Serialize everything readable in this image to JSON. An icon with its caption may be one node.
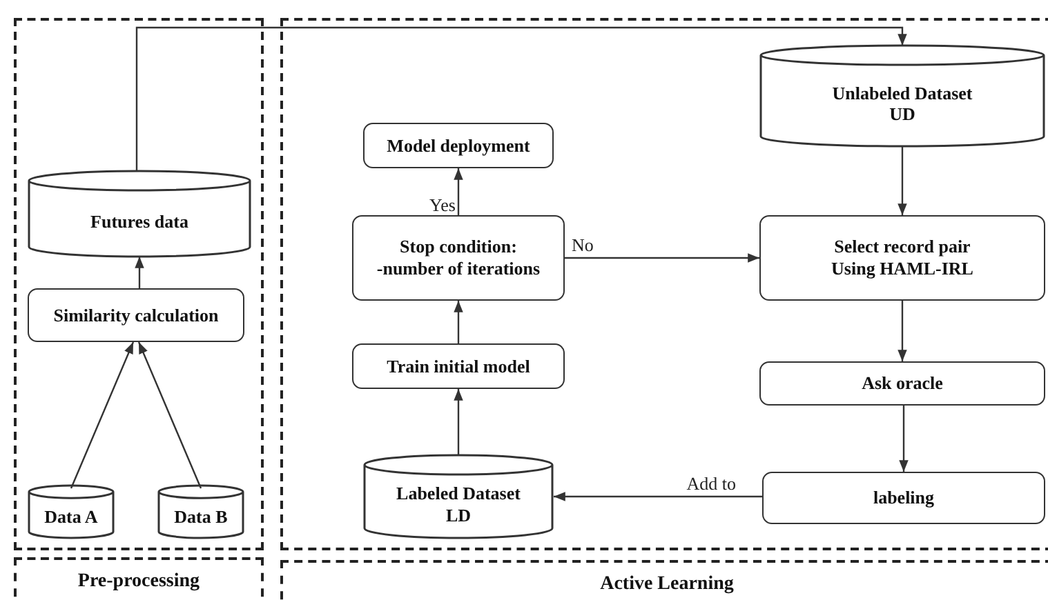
{
  "diagram": {
    "nodes": [
      {
        "text": [],
        "shape": "box"
      },
      {
        "text": [
          "Futures data"
        ],
        "in": 0
      },
      {
        "text": [
          "Similarity calculation"
        ],
        "in": 0
      },
      {
        "text": [
          "Data A"
        ],
        "in": 0
      },
      {
        "text": [
          "Data B"
        ],
        "in": 0
      },
      {
        "text": [],
        "shape": "box"
      },
      {
        "text": [
          "Unlabeled Dataset",
          "UD"
        ],
        "in": 5
      },
      {
        "text": [
          "Model deployment"
        ],
        "in": 5
      },
      {
        "text": [
          "Stop condition:",
          "-number of iterations"
        ],
        "in": 5
      },
      {
        "text": [
          "Select record pair",
          "Using HAML-IRL"
        ],
        "in": 5
      },
      {
        "text": [
          "Train initial model"
        ],
        "in": 5
      },
      {
        "text": [
          "Ask oracle"
        ],
        "in": 5
      },
      {
        "text": [
          "Labeled Dataset",
          "LD"
        ],
        "in": 5
      },
      {
        "text": [
          "labeling"
        ],
        "in": 5
      },
      {
        "text": [
          "Pre-processing"
        ]
      },
      {
        "text": [
          "Active Learning"
        ]
      }
    ],
    "edges": [
      {
        "from": 3,
        "to": 2,
        "arrow": "to"
      },
      {
        "from": 4,
        "to": 2,
        "arrow": "to"
      },
      {
        "from": 2,
        "to": 1,
        "arrow": "to"
      },
      {
        "from": 1,
        "to": 6,
        "arrow": "to"
      },
      {
        "from": 6,
        "to": 9,
        "arrow": "to"
      },
      {
        "from": 8,
        "to": 7,
        "arrow": "to",
        "label": "Yes"
      },
      {
        "from": 8,
        "to": 9,
        "arrow": "to",
        "label": "No"
      },
      {
        "from": 12,
        "to": 10,
        "arrow": "to"
      },
      {
        "from": 10,
        "to": 8,
        "arrow": "to"
      },
      {
        "from": 9,
        "to": 11,
        "arrow": "to"
      },
      {
        "from": 11,
        "to": 13,
        "arrow": "to"
      },
      {
        "from": 13,
        "to": 12,
        "arrow": "to",
        "label": "Add to"
      }
    ]
  }
}
